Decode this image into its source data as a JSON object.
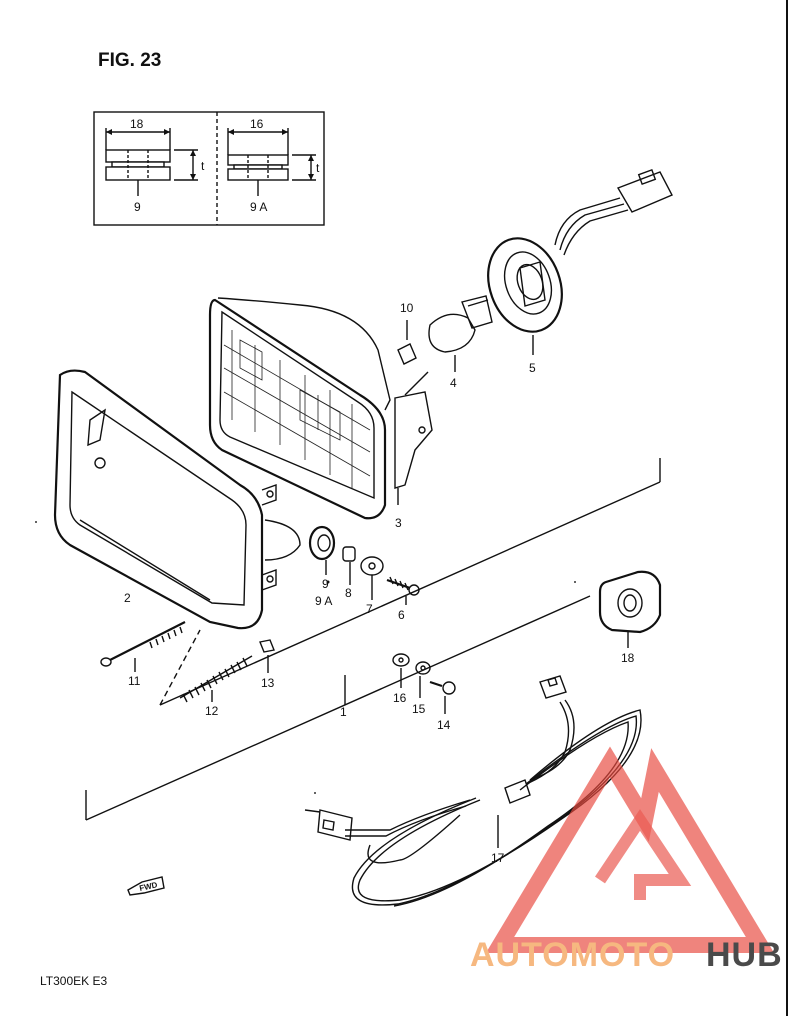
{
  "figure": {
    "title": "FIG. 23",
    "model_code": "LT300EK  E3"
  },
  "inset": {
    "left": {
      "dimension": "18",
      "part": "9",
      "thickness": "t"
    },
    "right": {
      "dimension": "16",
      "part": "9 A",
      "thickness": "t"
    }
  },
  "callouts": {
    "c1": "1",
    "c2": "2",
    "c3": "3",
    "c4": "4",
    "c5": "5",
    "c6": "6",
    "c7": "7",
    "c8": "8",
    "c9": "9",
    "c9a": "9 A",
    "c10": "10",
    "c11": "11",
    "c12": "12",
    "c13": "13",
    "c14": "14",
    "c15": "15",
    "c16": "16",
    "c17": "17",
    "c18": "18"
  },
  "direction_arrow": {
    "label": "FWD"
  },
  "watermark": {
    "part1": "AUTOMOTO",
    "part2": "HUB"
  },
  "colors": {
    "line": "#111111",
    "watermark_red": "#e8493f",
    "watermark_orange": "#f6b880",
    "watermark_gray": "#4a4a4a"
  }
}
